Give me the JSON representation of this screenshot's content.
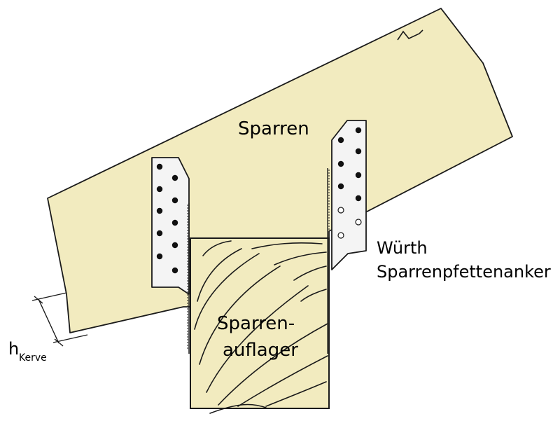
{
  "colors": {
    "wood": "#f2ebbf",
    "outline": "#1a1a1a",
    "metal": "#f4f4f4",
    "background": "#ffffff"
  },
  "labels": {
    "rafter": "Sparren",
    "bearing_line1": "Sparren-",
    "bearing_line2": "auflager",
    "anchor_line1": "Würth",
    "anchor_line2": "Sparrenpfettenanker",
    "height_main": "h",
    "height_sub": "Kerve"
  },
  "icons": {
    "break_mark": "zigzag-break-icon",
    "nail_filled": "filled-circle",
    "nail_open": "open-circle"
  }
}
